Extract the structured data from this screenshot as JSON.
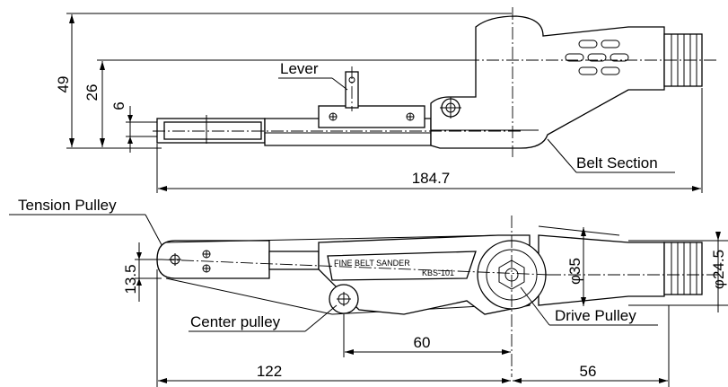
{
  "callouts": {
    "lever": "Lever",
    "belt_section": "Belt Section",
    "tension_pulley": "Tension Pulley",
    "center_pulley": "Center pulley",
    "drive_pulley": "Drive Pulley"
  },
  "dimensions": {
    "height_total": "49",
    "height_mid": "26",
    "height_belt": "6",
    "length_total": "184.7",
    "pulley_offset": "13.5",
    "drive_diameter": "φ35",
    "collar_diameter": "φ24.5",
    "center_drive": "60",
    "front_length": "122",
    "rear_length": "56"
  },
  "nameplate": {
    "line1": "FINE BELT SANDER",
    "line2": "KBS-101"
  }
}
